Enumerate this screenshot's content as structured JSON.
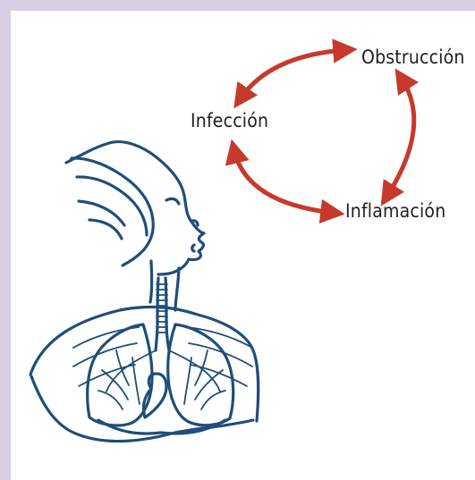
{
  "labels": {
    "obstruction": "Obstrucción",
    "infection": "Infección",
    "inflammation": "Inflamación"
  },
  "colors": {
    "frame": "#d7cfe3",
    "background": "#ffffff",
    "arrow": "#c63a2d",
    "body_line": "#1f4e79",
    "text": "#1f1f1f"
  },
  "icons": {
    "figure": "woman-lungs-illustration",
    "cycle": "bidirectional-arrows"
  }
}
